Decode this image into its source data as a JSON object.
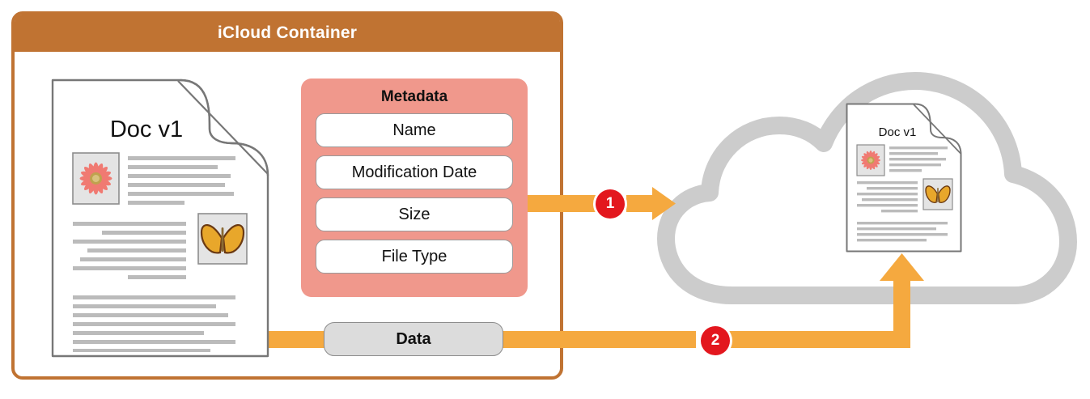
{
  "container": {
    "title": "iCloud Container"
  },
  "local_document": {
    "title": "Doc v1",
    "images": [
      "flower-thumbnail",
      "butterfly-thumbnail"
    ]
  },
  "cloud_document": {
    "title": "Doc v1",
    "images": [
      "flower-thumbnail",
      "butterfly-thumbnail"
    ]
  },
  "metadata": {
    "title": "Metadata",
    "fields": [
      {
        "label": "Name"
      },
      {
        "label": "Modification Date"
      },
      {
        "label": "Size"
      },
      {
        "label": "File Type"
      }
    ]
  },
  "data_channel": {
    "label": "Data"
  },
  "steps": [
    {
      "number": "1",
      "describes": "metadata-upload-arrow"
    },
    {
      "number": "2",
      "describes": "data-upload-arrow"
    }
  ],
  "colors": {
    "container_brown": "#C07332",
    "metadata_salmon": "#F0988C",
    "flow_orange": "#F5A93F",
    "badge_red": "#E3171E",
    "cloud_gray": "#CCCCCC",
    "text_line_gray": "#BBBBBB",
    "data_pill_gray": "#DCDCDC"
  }
}
